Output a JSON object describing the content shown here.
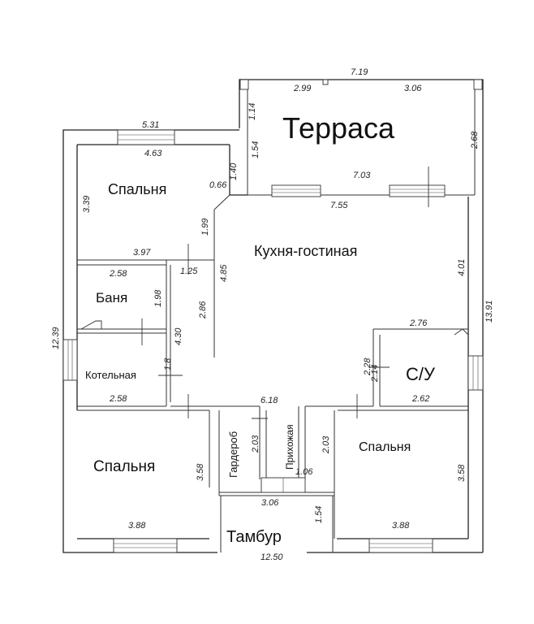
{
  "rooms": {
    "terrace": "Терраса",
    "bedroom_top": "Спальня",
    "kitchen": "Кухня-гостиная",
    "bath": "Баня",
    "boiler": "Котельная",
    "wc": "С/У",
    "bedroom_left": "Спальня",
    "bedroom_right": "Спальня",
    "wardrobe": "Гардероб",
    "hall": "Прихожая",
    "vestibule": "Тамбур"
  },
  "dims": {
    "terrace_width": "7.19",
    "terrace_left": "2.99",
    "terrace_right": "3.06",
    "terrace_depth_right": "2.68",
    "terrace_depth_left_top": "1.14",
    "terrace_depth_left_bottom": "1.54",
    "terrace_bottom": "7.03",
    "kitchen_top": "7.55",
    "bedroom_top_outer": "5.31",
    "bedroom_top_inner": "4.63",
    "bedroom_top_height": "3.39",
    "bedroom_top_right": "1.40",
    "bedroom_top_step": "0.66",
    "bedroom_top_step_h": "1.99",
    "bedroom_top_bottom": "3.97",
    "bath_width": "2.58",
    "bath_height": "1.98",
    "bath_door": "1.25",
    "kitchen_left_h": "4.85",
    "corridor_h": "2.86",
    "corridor_h2": "4.30",
    "boiler_small": "1.8",
    "boiler_width": "2.58",
    "kitchen_right": "4.01",
    "wc_width": "2.76",
    "wc_h1": "2.28",
    "wc_h2": "2.14",
    "wc_bottom": "2.62",
    "house_total_h": "13.91",
    "house_left_h": "12.39",
    "hall_width": "6.18",
    "wardrobe_h": "2.03",
    "hall_h": "2.03",
    "hall_small": "1.06",
    "bedroom_left_h": "3.58",
    "bedroom_left_w": "3.88",
    "vestibule_w": "3.06",
    "vestibule_h": "1.54",
    "bedroom_right_h": "3.58",
    "bedroom_right_w": "3.88",
    "house_total_w": "12.50"
  }
}
